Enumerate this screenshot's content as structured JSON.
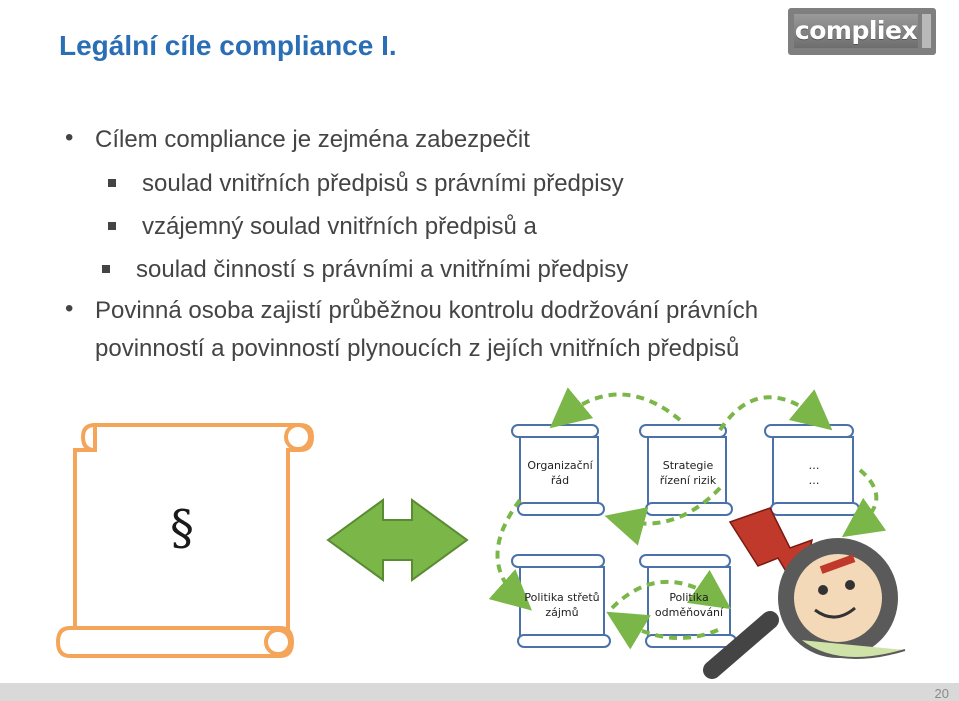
{
  "slide": {
    "title": "Legální cíle compliance I.",
    "logo_text": "compliex",
    "page_number": "20"
  },
  "bullets": [
    {
      "level": 1,
      "text": "Cílem compliance je zejména zabezpečit"
    },
    {
      "level": 2,
      "text": "soulad vnitřních předpisů s právními předpisy"
    },
    {
      "level": 2,
      "text": "vzájemný soulad vnitřních předpisů a"
    },
    {
      "level": 2,
      "text": "soulad činností s právními a vnitřními předpisy"
    },
    {
      "level": 1,
      "text": "Povinná osoba zajistí průběžnou kontrolu dodržování právních"
    },
    {
      "level": 0,
      "text": "povinností a povinností plynoucích z jejích vnitřních předpisů"
    }
  ],
  "diagram": {
    "law_symbol": "§",
    "documents": [
      {
        "line1": "Organizační",
        "line2": "řád"
      },
      {
        "line1": "Strategie",
        "line2": "řízení rizik"
      },
      {
        "line1": "…",
        "line2": "…"
      },
      {
        "line1": "Politika střetů",
        "line2": "zájmů"
      },
      {
        "line1": "Politika",
        "line2": "odměňování"
      }
    ],
    "colors": {
      "scroll_border": "#f5a55a",
      "small_scroll_border": "#4a72a8",
      "arrow_fill": "#7ab648",
      "dashed_arrow": "#7ab648",
      "lightning": "#c0392b",
      "magnifier": "#5a5a5a",
      "title": "#2a6fb5"
    },
    "icons": [
      "paragraph-scroll-icon",
      "double-arrow-icon",
      "lightning-icon",
      "magnifier-icon"
    ]
  }
}
